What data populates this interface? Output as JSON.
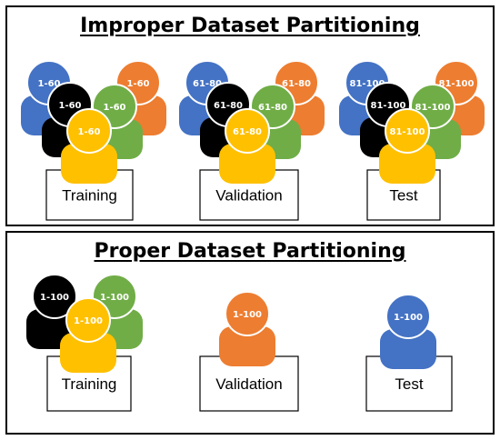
{
  "colors": {
    "blue": "#4472C4",
    "orange": "#ED7D31",
    "black": "#000000",
    "green": "#70AD47",
    "yellow": "#FFC000"
  },
  "improper": {
    "title": "Improper Dataset Partitioning",
    "sets": [
      {
        "label": "Training",
        "people": [
          {
            "text": "1-60",
            "color": "blue"
          },
          {
            "text": "1-60",
            "color": "orange"
          },
          {
            "text": "1-60",
            "color": "black"
          },
          {
            "text": "1-60",
            "color": "green"
          },
          {
            "text": "1-60",
            "color": "yellow"
          }
        ]
      },
      {
        "label": "Validation",
        "people": [
          {
            "text": "61-80",
            "color": "blue"
          },
          {
            "text": "61-80",
            "color": "orange"
          },
          {
            "text": "61-80",
            "color": "black"
          },
          {
            "text": "61-80",
            "color": "green"
          },
          {
            "text": "61-80",
            "color": "yellow"
          }
        ]
      },
      {
        "label": "Test",
        "people": [
          {
            "text": "81-100",
            "color": "blue"
          },
          {
            "text": "81-100",
            "color": "orange"
          },
          {
            "text": "81-100",
            "color": "black"
          },
          {
            "text": "81-100",
            "color": "green"
          },
          {
            "text": "81-100",
            "color": "yellow"
          }
        ]
      }
    ]
  },
  "proper": {
    "title": "Proper Dataset Partitioning",
    "sets": [
      {
        "label": "Training",
        "people": [
          {
            "text": "1-100",
            "color": "black"
          },
          {
            "text": "1-100",
            "color": "green"
          },
          {
            "text": "1-100",
            "color": "yellow"
          }
        ]
      },
      {
        "label": "Validation",
        "people": [
          {
            "text": "1-100",
            "color": "orange"
          }
        ]
      },
      {
        "label": "Test",
        "people": [
          {
            "text": "1-100",
            "color": "blue"
          }
        ]
      }
    ]
  }
}
